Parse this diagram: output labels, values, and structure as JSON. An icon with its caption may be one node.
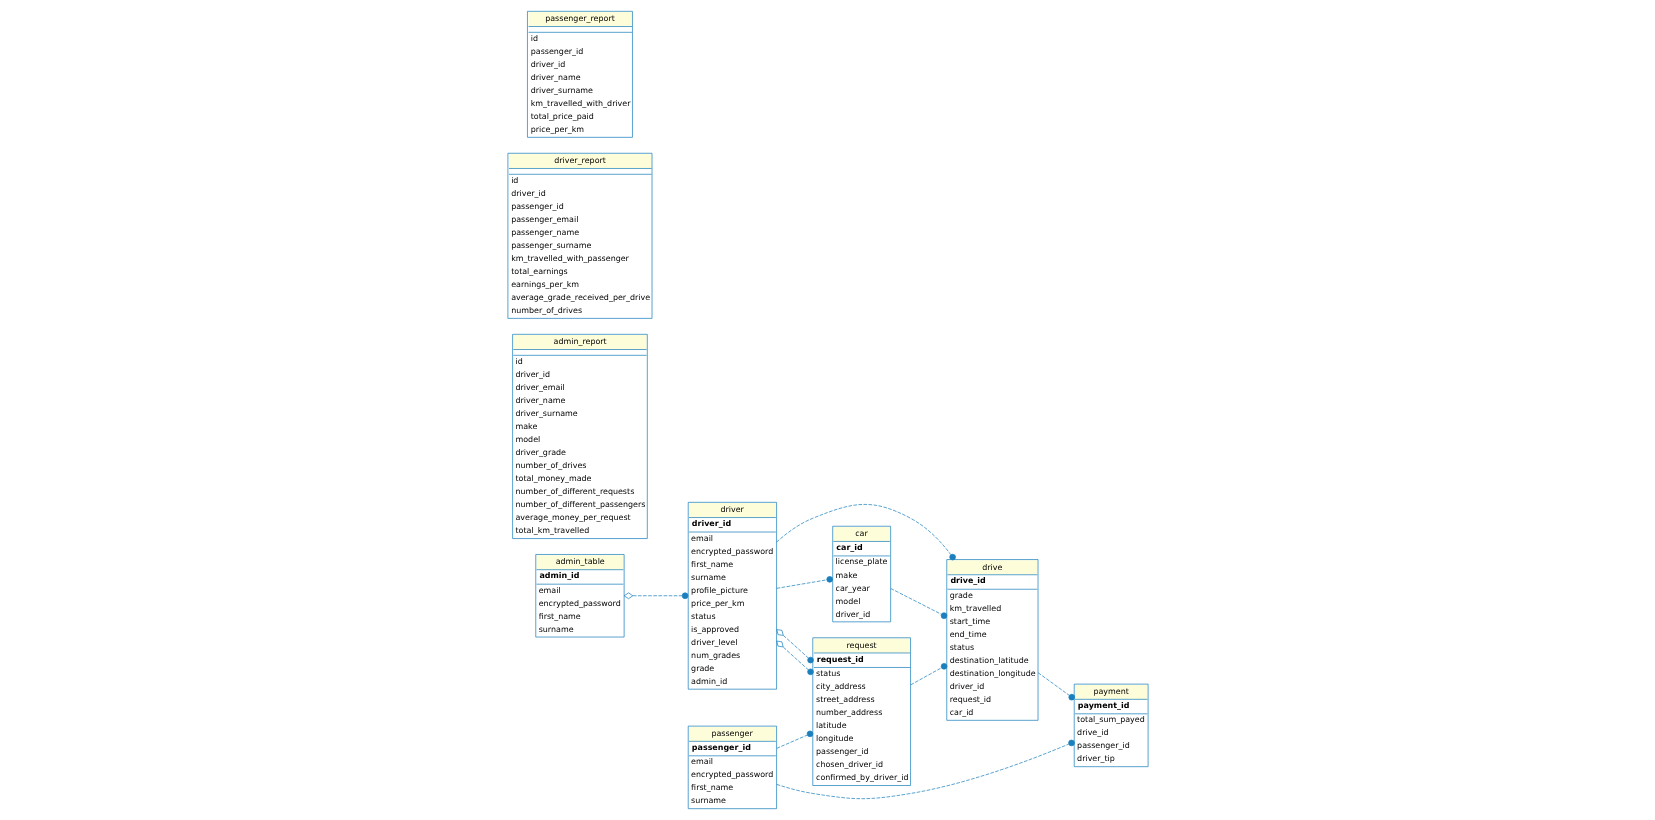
{
  "diagram": {
    "nodes": [
      {
        "text": [
          "admin_table",
          "admin_id",
          "email",
          "encrypted_password",
          "first_name",
          "surname"
        ]
      },
      {
        "text": [
          "request",
          "request_id",
          "status",
          "city_address",
          "street_address",
          "number_address",
          "latitude",
          "longitude",
          "passenger_id",
          "chosen_driver_id",
          "confirmed_by_driver_id"
        ]
      },
      {
        "text": [
          "admin_report",
          "id",
          "driver_id",
          "driver_email",
          "driver_name",
          "driver_surname",
          "make",
          "model",
          "driver_grade",
          "number_of_drives",
          "total_money_made",
          "number_of_different_requests",
          "number_of_different_passengers",
          "average_money_per_request",
          "total_km_travelled"
        ]
      },
      {
        "text": [
          "driver_report",
          "id",
          "driver_id",
          "passenger_id",
          "passenger_email",
          "passenger_name",
          "passenger_surname",
          "km_travelled_with_passenger",
          "total_earnings",
          "earnings_per_km",
          "average_grade_received_per_drive",
          "number_of_drives"
        ]
      },
      {
        "text": [
          "driver",
          "driver_id",
          "email",
          "encrypted_password",
          "first_name",
          "surname",
          "profile_picture",
          "price_per_km",
          "status",
          "is_approved",
          "driver_level",
          "num_grades",
          "grade",
          "admin_id"
        ]
      },
      {
        "text": [
          "drive",
          "drive_id",
          "grade",
          "km_travelled",
          "start_time",
          "end_time",
          "status",
          "destination_latitude",
          "destination_longitude",
          "driver_id",
          "request_id",
          "car_id"
        ]
      },
      {
        "text": [
          "passenger_report",
          "id",
          "passenger_id",
          "driver_id",
          "driver_name",
          "driver_surname",
          "km_travelled_with_driver",
          "total_price_paid",
          "price_per_km"
        ]
      },
      {
        "text": [
          "car",
          "car_id",
          "license_plate",
          "make",
          "car_year",
          "model",
          "driver_id"
        ]
      },
      {
        "text": [
          "passenger",
          "passenger_id",
          "email",
          "encrypted_password",
          "first_name",
          "surname"
        ]
      },
      {
        "text": [
          "payment",
          "payment_id",
          "total_sum_payed",
          "drive_id",
          "passenger_id",
          "driver_tip"
        ]
      }
    ],
    "edges": [
      {
        "from": 0,
        "to": 4,
        "arrow": "other",
        "style": "dashed"
      },
      {
        "from": 4,
        "to": 1,
        "arrow": "other",
        "style": "dashed"
      },
      {
        "from": 4,
        "to": 1,
        "arrow": "other",
        "style": "dashed"
      },
      {
        "from": 1,
        "to": 5,
        "arrow": "other",
        "style": "dashed"
      },
      {
        "from": 4,
        "to": 5,
        "arrow": "other",
        "style": "dashed"
      },
      {
        "from": 4,
        "to": 7,
        "arrow": "other",
        "style": "dashed"
      },
      {
        "from": 7,
        "to": 5,
        "arrow": "other",
        "style": "dashed"
      },
      {
        "from": 5,
        "to": 9,
        "arrow": "other",
        "style": "dashed"
      },
      {
        "from": 8,
        "to": 9,
        "arrow": "other",
        "style": "dashed"
      },
      {
        "from": 8,
        "to": 1,
        "arrow": "other",
        "style": "dashed"
      }
    ]
  }
}
